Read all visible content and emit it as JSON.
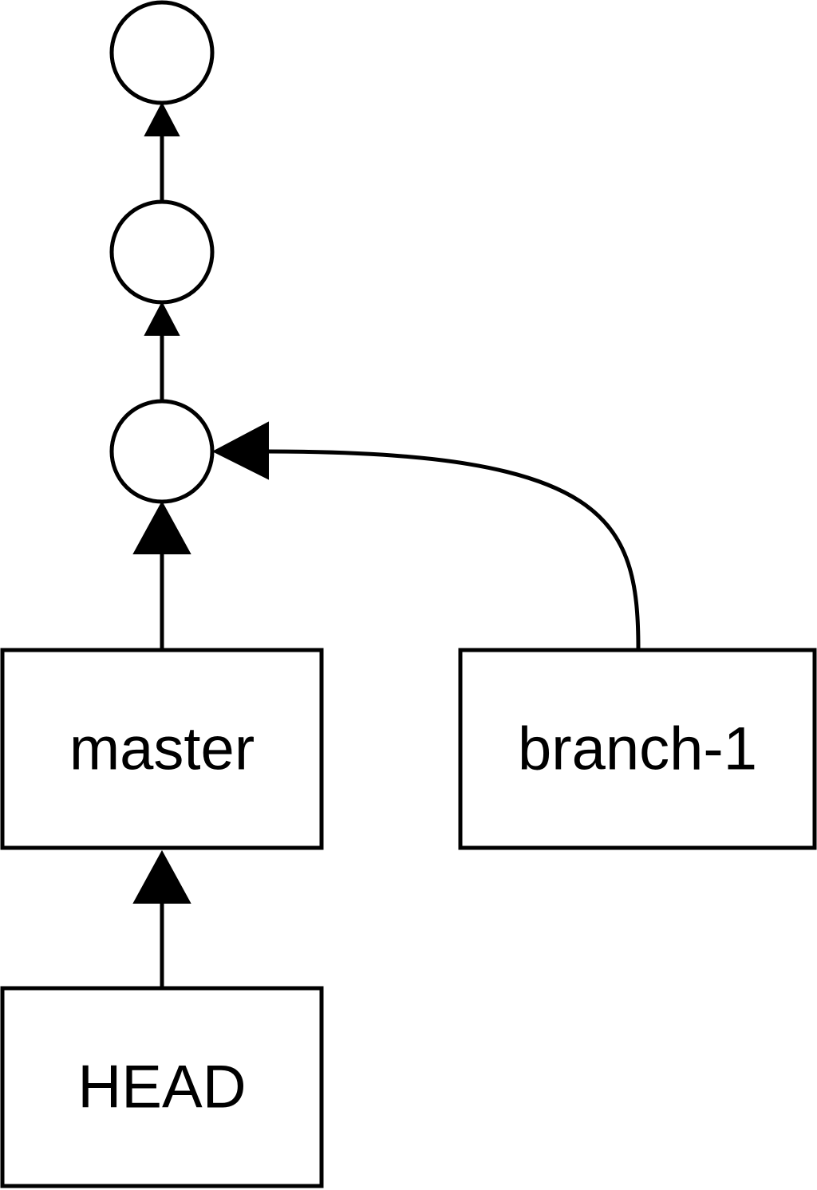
{
  "colors": {
    "stroke": "#000000",
    "fill": "#ffffff",
    "text": "#000000"
  },
  "commits": [
    {
      "id": "commit-3"
    },
    {
      "id": "commit-2"
    },
    {
      "id": "commit-1"
    }
  ],
  "refs": {
    "master": {
      "label": "master"
    },
    "branch_1": {
      "label": "branch-1"
    },
    "head": {
      "label": "HEAD"
    }
  },
  "edges": [
    {
      "from": "commit-2",
      "to": "commit-3"
    },
    {
      "from": "commit-1",
      "to": "commit-2"
    },
    {
      "from": "master",
      "to": "commit-1"
    },
    {
      "from": "branch-1",
      "to": "commit-1"
    },
    {
      "from": "HEAD",
      "to": "master"
    }
  ]
}
